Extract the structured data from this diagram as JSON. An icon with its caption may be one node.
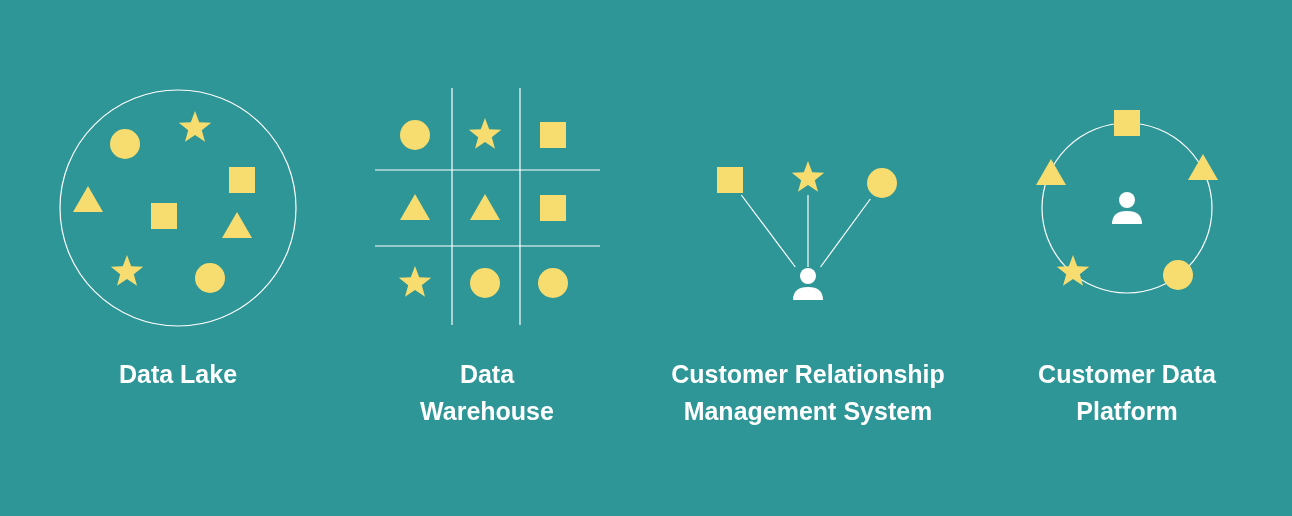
{
  "diagram": {
    "nodes": [
      {
        "text": [],
        "shape": "box"
      },
      {
        "text": [],
        "shape": "star"
      },
      {
        "text": [],
        "shape": "circle"
      },
      {
        "text": [],
        "shape": "person"
      }
    ],
    "edges": [
      {
        "from": 3,
        "to": 0,
        "arrow": "none"
      },
      {
        "from": 3,
        "to": 1,
        "arrow": "none"
      },
      {
        "from": 3,
        "to": 2,
        "arrow": "none"
      }
    ],
    "labels": [
      "Data Lake",
      "Data Warehouse",
      "Customer Relationship Management System",
      "Customer Data Platform"
    ]
  }
}
